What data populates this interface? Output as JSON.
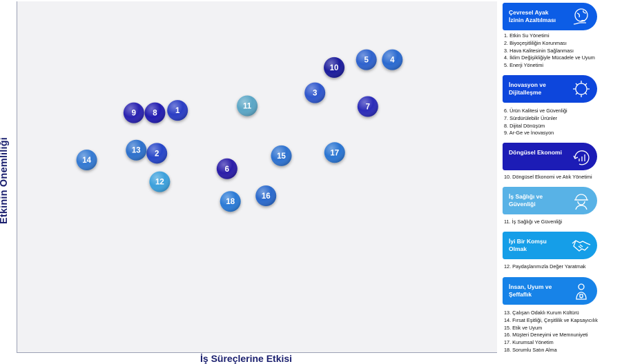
{
  "chart_data": {
    "type": "scatter",
    "xlabel": "İş Süreçlerine Etkisi",
    "ylabel": "Etkinin Önemliliği",
    "xlim": [
      0,
      100
    ],
    "ylim": [
      0,
      100
    ],
    "grid": false,
    "points": [
      {
        "label": "1",
        "x": 33.5,
        "y": 69.0,
        "color": "#2c3ec4"
      },
      {
        "label": "2",
        "x": 29.2,
        "y": 56.8,
        "color": "#2545c8"
      },
      {
        "label": "3",
        "x": 62.1,
        "y": 74.0,
        "color": "#2d56cc"
      },
      {
        "label": "4",
        "x": 78.2,
        "y": 83.4,
        "color": "#2c6ad0"
      },
      {
        "label": "5",
        "x": 72.8,
        "y": 83.4,
        "color": "#2d62cd"
      },
      {
        "label": "6",
        "x": 43.8,
        "y": 52.4,
        "color": "#2a1aa8"
      },
      {
        "label": "7",
        "x": 73.1,
        "y": 70.1,
        "color": "#2a2cb8"
      },
      {
        "label": "8",
        "x": 28.8,
        "y": 68.3,
        "color": "#241cb0"
      },
      {
        "label": "9",
        "x": 24.4,
        "y": 68.3,
        "color": "#2a22b0"
      },
      {
        "label": "10",
        "x": 66.1,
        "y": 81.2,
        "color": "#1e1c9c"
      },
      {
        "label": "11",
        "x": 48.0,
        "y": 70.3,
        "color": "#5aa6c6"
      },
      {
        "label": "12",
        "x": 29.8,
        "y": 48.7,
        "color": "#3aa0dc"
      },
      {
        "label": "13",
        "x": 24.9,
        "y": 57.7,
        "color": "#2f71cc"
      },
      {
        "label": "14",
        "x": 14.6,
        "y": 54.9,
        "color": "#347ad2"
      },
      {
        "label": "15",
        "x": 55.1,
        "y": 56.1,
        "color": "#2d72d0"
      },
      {
        "label": "16",
        "x": 51.9,
        "y": 44.7,
        "color": "#2a69cc"
      },
      {
        "label": "17",
        "x": 66.2,
        "y": 57.0,
        "color": "#2b74d2"
      },
      {
        "label": "18",
        "x": 44.5,
        "y": 43.1,
        "color": "#2b7ad6"
      }
    ]
  },
  "categories": [
    {
      "title": "Çevresel Ayak İzinin Azaltılması",
      "color": "#0c5de6",
      "icon": "globe-hand-icon",
      "items": [
        "1. Etkin Su Yönetimi",
        "2. Biyoçeşitliliğin Korunması",
        "3. Hava Kalitesinin Sağlanması",
        "4. İklim Değişikliğiyle Mücadele ve Uyum",
        "5. Enerji Yönetimi"
      ]
    },
    {
      "title": "İnovasyon ve Dijitalleşme",
      "color": "#0d46dc",
      "icon": "gear-circuit-icon",
      "items": [
        "6. Ürün Kalitesi ve Güvenliği",
        "7. Sürdürülebilir Ürünler",
        "8. Dijital Dönüşüm",
        "9. Ar-Ge ve İnovasyon"
      ]
    },
    {
      "title": "Döngüsel Ekonomi",
      "color": "#1c1cb6",
      "icon": "cycle-chart-icon",
      "items": [
        "10. Döngüsel Ekonomi ve Atık Yönetimi"
      ]
    },
    {
      "title": "İş Sağlığı ve Güvenliği",
      "color": "#58b2e6",
      "icon": "worker-helmet-icon",
      "items": [
        "11. İş Sağlığı ve Güvenliği"
      ]
    },
    {
      "title": "İyi Bir Komşu Olmak",
      "color": "#159ee8",
      "icon": "handshake-icon",
      "items": [
        "12. Paydaşlarımızla Değer Yaratmak"
      ]
    },
    {
      "title": "İnsan, Uyum ve Şeffaflık",
      "color": "#1783e8",
      "icon": "person-shield-icon",
      "items": [
        "13. Çalışan Odaklı Kurum Kültürü",
        "14. Fırsat Eşitliği, Çeşitlilik ve Kapsayıcılık",
        "15. Etik ve Uyum",
        "16. Müşteri Deneyimi ve Memnuniyeti",
        "17. Kurumsal Yönetim",
        "18. Sorumlu Satın Alma"
      ]
    }
  ]
}
